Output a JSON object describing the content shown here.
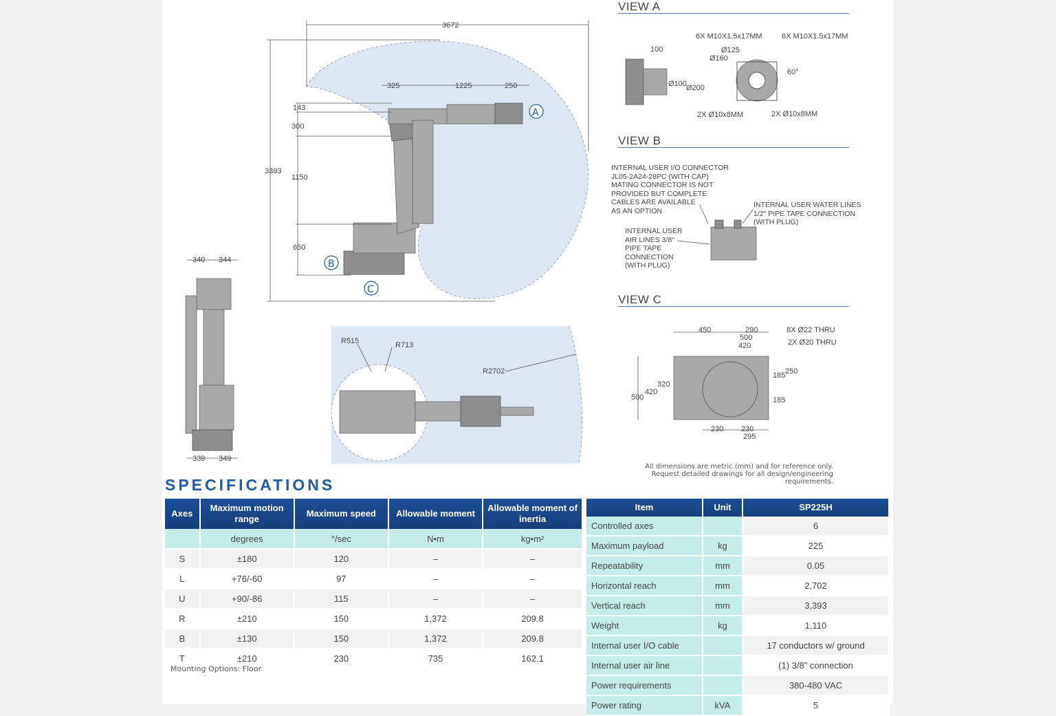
{
  "drawing": {
    "dims_main": [
      "3672",
      "325",
      "1225",
      "250",
      "143",
      "300",
      "1150",
      "650",
      "3393"
    ],
    "callouts": [
      "A",
      "B",
      "C"
    ],
    "dims_side": [
      "340",
      "344",
      "339",
      "349"
    ],
    "dims_top": [
      "R515",
      "R713",
      "R2702"
    ]
  },
  "view_a": {
    "title": "VIEW A",
    "labels": [
      "6X M10X1.5x17MM",
      "6X M10X1.5x17MM",
      "Ø125",
      "Ø160",
      "100",
      "Ø100",
      "Ø200",
      "60°",
      "2X Ø10x8MM",
      "2X Ø10x8MM"
    ]
  },
  "view_b": {
    "title": "VIEW B",
    "note_io": [
      "INTERNAL USER I/O CONNECTOR",
      "JL05-2A24-28PC (WITH CAP)",
      "MATING CONNECTOR IS NOT",
      "PROVIDED BUT COMPLETE",
      "CABLES ARE AVAILABLE",
      "AS AN OPTION"
    ],
    "note_water": [
      "INTERNAL USER WATER LINES",
      "1/2\" PIPE TAPE CONNECTION",
      "(WITH PLUG)"
    ],
    "note_air": [
      "INTERNAL USER",
      "AIR LINES  3/8\"",
      "PIPE TAPE",
      "CONNECTION",
      "(WITH PLUG)"
    ]
  },
  "view_c": {
    "title": "VIEW C",
    "labels": [
      "450",
      "290",
      "500",
      "420",
      "8X Ø22 THRU",
      "2X Ø20 THRU",
      "250",
      "185",
      "185",
      "320",
      "420",
      "500",
      "230",
      "230",
      "295"
    ]
  },
  "footnote": [
    "All dimensions are metric (mm) and for reference only.",
    "Request detailed drawings for all design/engineering requirements."
  ],
  "specs": {
    "title": "SPECIFICATIONS",
    "axes_table": {
      "headers": [
        "Axes",
        "Maximum motion range",
        "Maximum speed",
        "Allowable moment",
        "Allowable moment of inertia"
      ],
      "units": [
        "",
        "degrees",
        "°/sec",
        "N•m",
        "kg•m²"
      ],
      "rows": [
        [
          "S",
          "±180",
          "120",
          "–",
          "–"
        ],
        [
          "L",
          "+76/-60",
          "97",
          "–",
          "–"
        ],
        [
          "U",
          "+90/-86",
          "115",
          "–",
          "–"
        ],
        [
          "R",
          "±210",
          "150",
          "1,372",
          "209.8"
        ],
        [
          "B",
          "±130",
          "150",
          "1,372",
          "209.8"
        ],
        [
          "T",
          "±210",
          "230",
          "735",
          "162.1"
        ]
      ],
      "mounting": "Mounting Options: Floor"
    },
    "items_table": {
      "headers": [
        "Item",
        "Unit",
        "SP225H"
      ],
      "rows": [
        [
          "Controlled axes",
          "",
          "6"
        ],
        [
          "Maximum payload",
          "kg",
          "225"
        ],
        [
          "Repeatability",
          "mm",
          "0.05"
        ],
        [
          "Horizontal reach",
          "mm",
          "2,702"
        ],
        [
          "Vertical reach",
          "mm",
          "3,393"
        ],
        [
          "Weight",
          "kg",
          "1,110"
        ],
        [
          "Internal user I/O cable",
          "",
          "17 conductors w/ ground"
        ],
        [
          "Internal user air line",
          "",
          "(1) 3/8\" connection"
        ],
        [
          "Power requirements",
          "",
          "380-480 VAC"
        ],
        [
          "Power rating",
          "kVA",
          "5"
        ]
      ]
    }
  }
}
